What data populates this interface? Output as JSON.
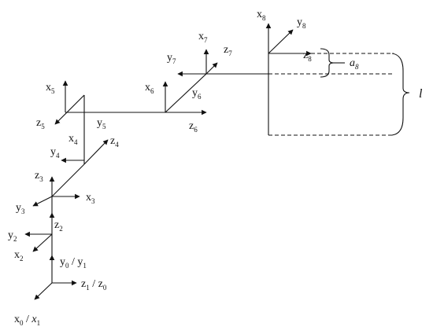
{
  "labels": {
    "x0x1": {
      "a": "x",
      "as": "0",
      "sep": " / ",
      "b": "x",
      "bs": "1"
    },
    "z1z0": {
      "a": "z",
      "as": "1",
      "sep": " / ",
      "b": "z",
      "bs": "0"
    },
    "y0y1": {
      "a": "y",
      "as": "0",
      "sep": " / ",
      "b": "y",
      "bs": "1"
    },
    "x2": {
      "a": "x",
      "as": "2"
    },
    "y2": {
      "a": "y",
      "as": "2"
    },
    "z2": {
      "a": "z",
      "as": "2"
    },
    "y3": {
      "a": "y",
      "as": "3"
    },
    "z3": {
      "a": "z",
      "as": "3"
    },
    "x3": {
      "a": "x",
      "as": "3"
    },
    "y4": {
      "a": "y",
      "as": "4"
    },
    "x4": {
      "a": "x",
      "as": "4"
    },
    "z4": {
      "a": "z",
      "as": "4"
    },
    "x5": {
      "a": "x",
      "as": "5"
    },
    "z5": {
      "a": "z",
      "as": "5"
    },
    "y5": {
      "a": "y",
      "as": "5"
    },
    "x6": {
      "a": "x",
      "as": "6"
    },
    "y6": {
      "a": "y",
      "as": "6"
    },
    "z6": {
      "a": "z",
      "as": "6"
    },
    "x7": {
      "a": "x",
      "as": "7"
    },
    "y7": {
      "a": "y",
      "as": "7"
    },
    "z7": {
      "a": "z",
      "as": "7"
    },
    "x8": {
      "a": "x",
      "as": "8"
    },
    "y8": {
      "a": "y",
      "as": "8"
    },
    "z8": {
      "a": "z",
      "as": "8"
    },
    "a8": {
      "a": "a",
      "as": "8"
    },
    "l": {
      "a": "l"
    }
  }
}
